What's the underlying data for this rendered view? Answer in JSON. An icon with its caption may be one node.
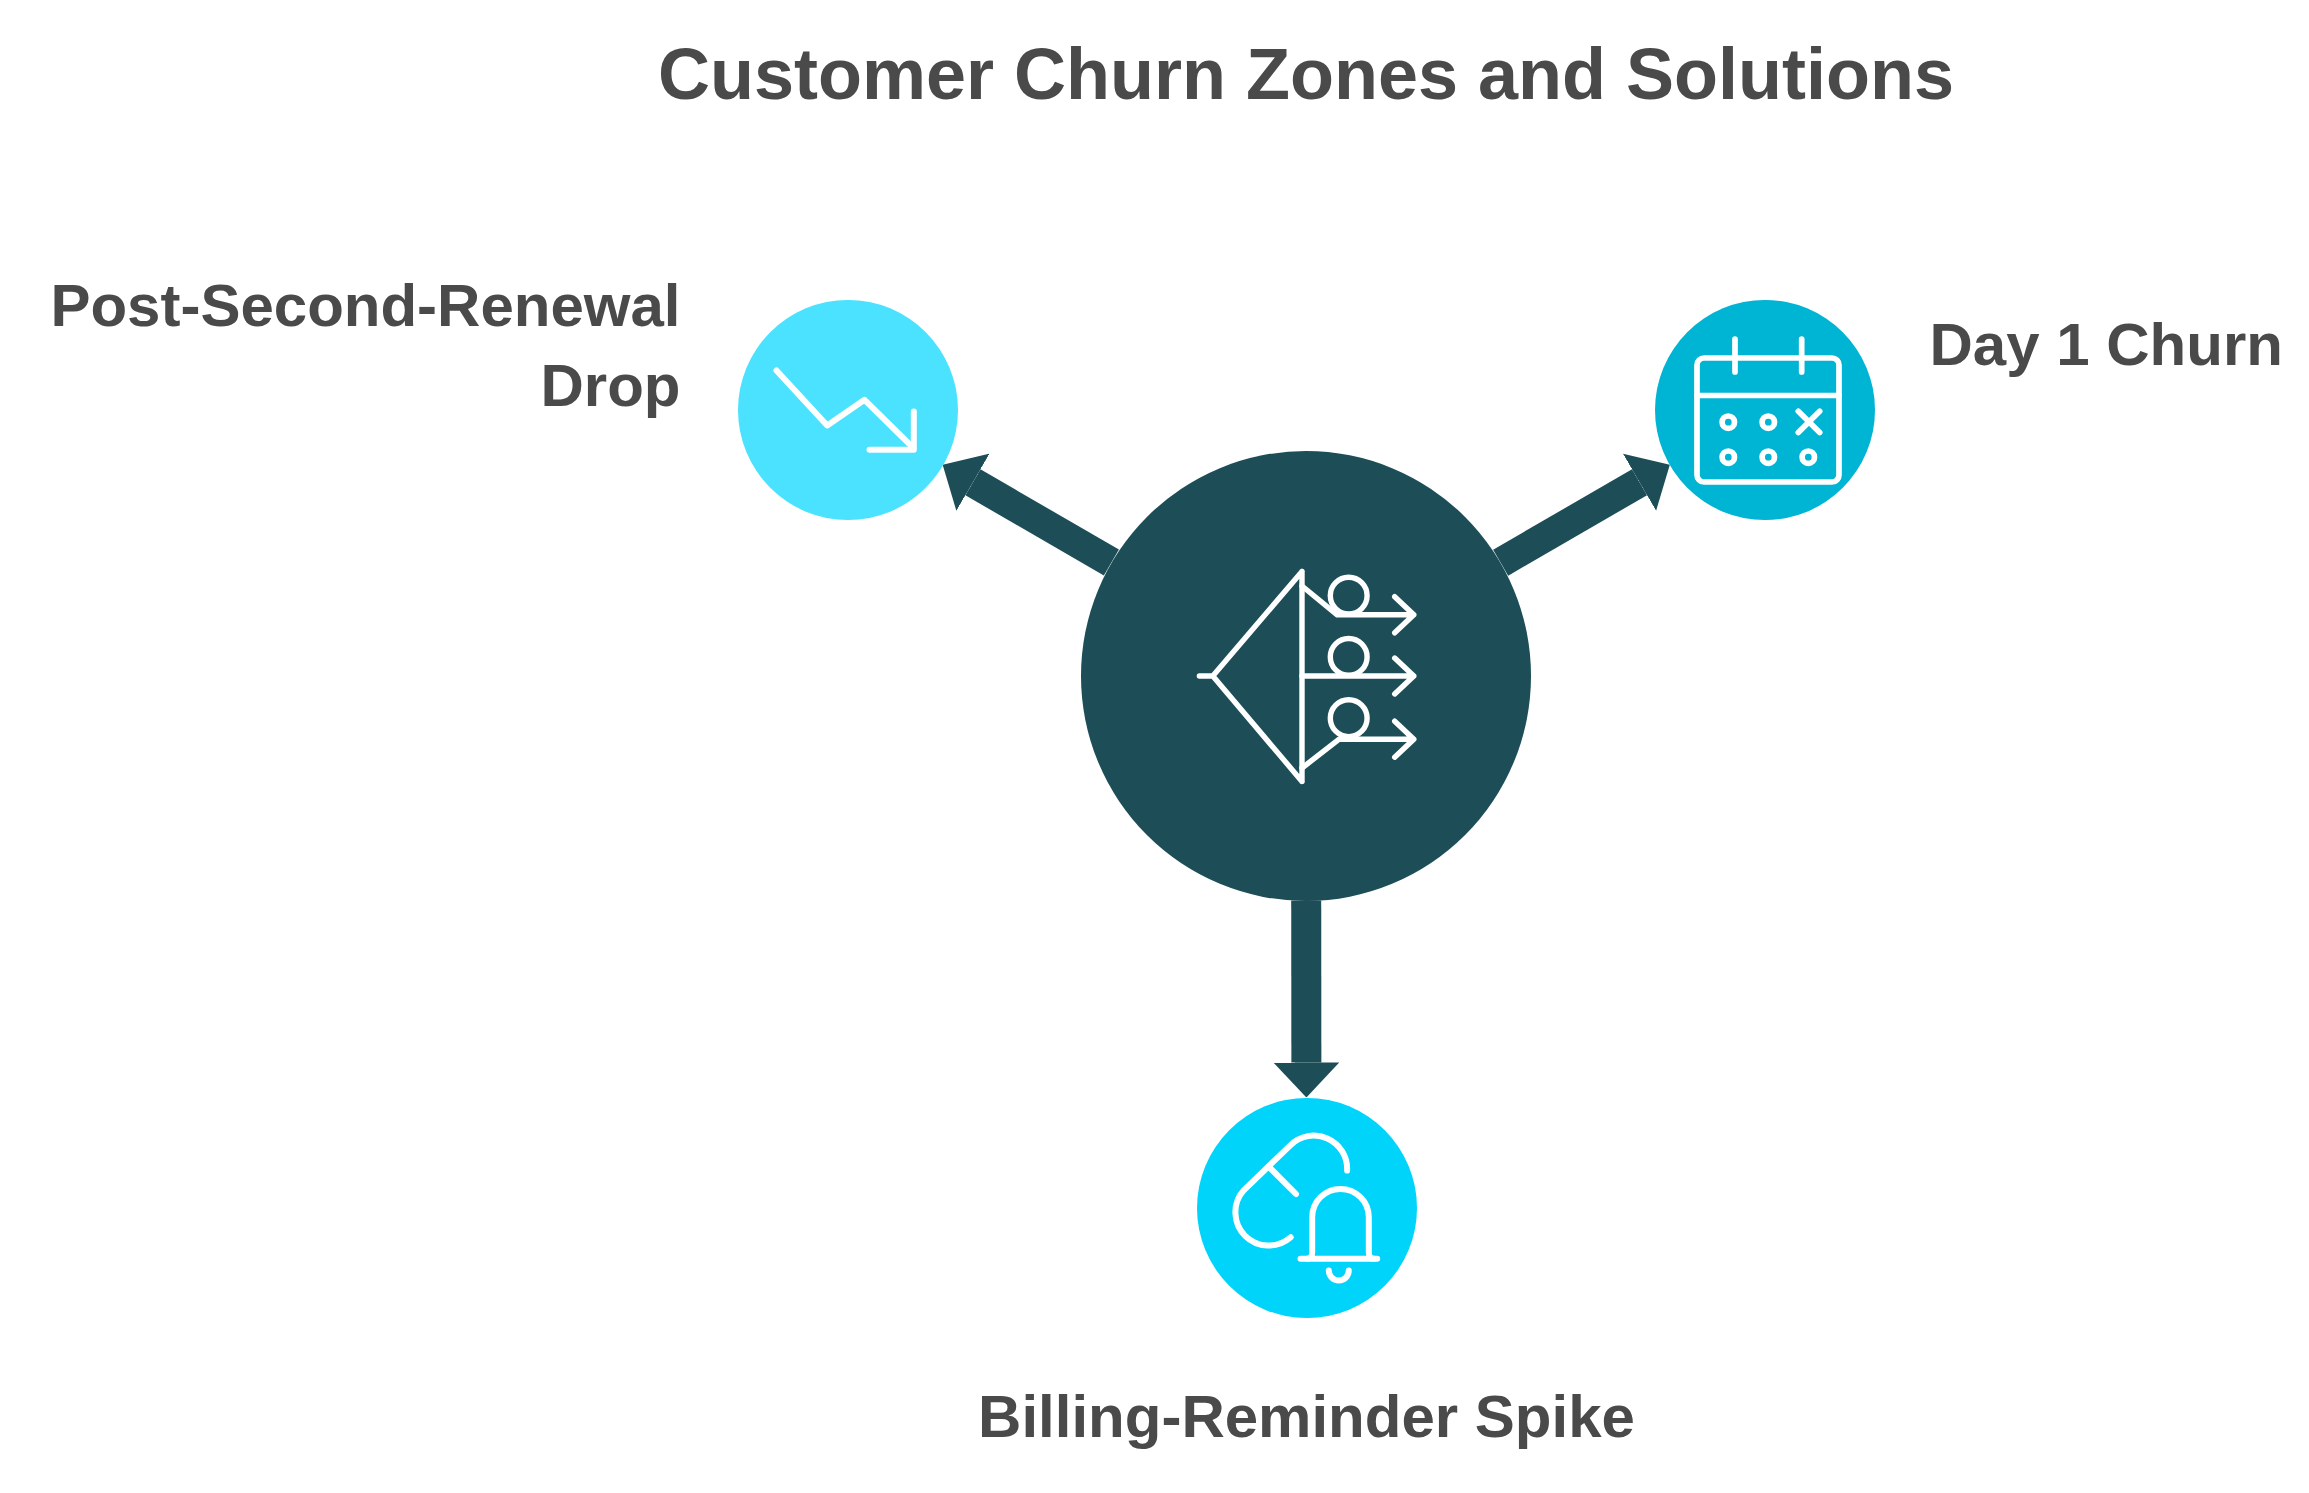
{
  "diagram": {
    "title": "Customer Churn Zones and Solutions",
    "nodes": [
      {
        "text": [
          "Post-Second-Renewal Drop"
        ]
      },
      {
        "text": [
          "Day 1 Churn"
        ]
      },
      {
        "text": [],
        "shape": "circle"
      },
      {
        "text": [
          "Billing-Reminder Spike"
        ]
      }
    ],
    "edges": [
      {
        "from": 2,
        "to": 0,
        "arrow": "to"
      },
      {
        "from": 2,
        "to": 1,
        "arrow": "to"
      },
      {
        "from": 2,
        "to": 3,
        "arrow": "to"
      }
    ]
  }
}
